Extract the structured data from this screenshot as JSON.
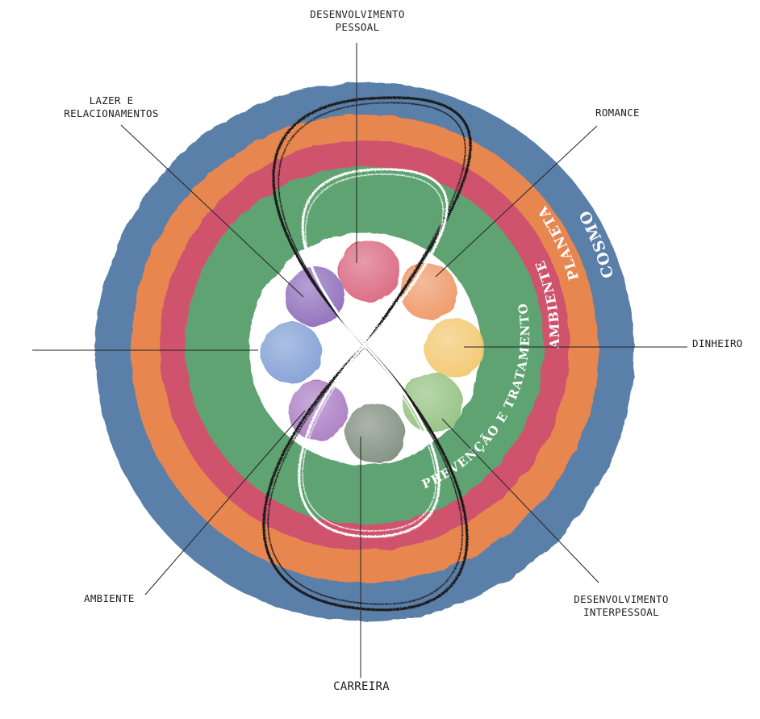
{
  "rings": {
    "cosmo": "COSMO",
    "planeta": "PLANETA",
    "ambiente": "AMBIENTE",
    "prevencao": "PREVENÇÃO E TRATAMENTO"
  },
  "labels": {
    "desenvolvimento_pessoal": [
      "DESENVOLVIMENTO",
      "PESSOAL"
    ],
    "lazer": [
      "LAZER E",
      "RELACIONAMENTOS"
    ],
    "romance": "ROMANCE",
    "dinheiro": "DINHEIRO",
    "ambiente": "AMBIENTE",
    "carreira": "CARREIRA",
    "desenvolvimento_interpessoal": [
      "DESENVOLVIMENTO",
      "INTERPESSOAL"
    ]
  },
  "colors": {
    "cosmo": "#5a7fa8",
    "planeta": "#e7864f",
    "ambiente": "#d0536e",
    "prevencao": "#5fa372",
    "center": "#ffffff"
  },
  "circles": [
    {
      "name": "desenvolvimento-pessoal",
      "color": "#d8627a"
    },
    {
      "name": "romance",
      "color": "#ee9462"
    },
    {
      "name": "dinheiro",
      "color": "#f3c668"
    },
    {
      "name": "desenvolvimento-interpessoal",
      "color": "#8fbf7c"
    },
    {
      "name": "carreira",
      "color": "#7b8a7a"
    },
    {
      "name": "ambiente",
      "color": "#a677c0"
    },
    {
      "name": "blue",
      "color": "#7d9bd4"
    },
    {
      "name": "lazer-e-relacionamentos",
      "color": "#8a67b8"
    }
  ]
}
